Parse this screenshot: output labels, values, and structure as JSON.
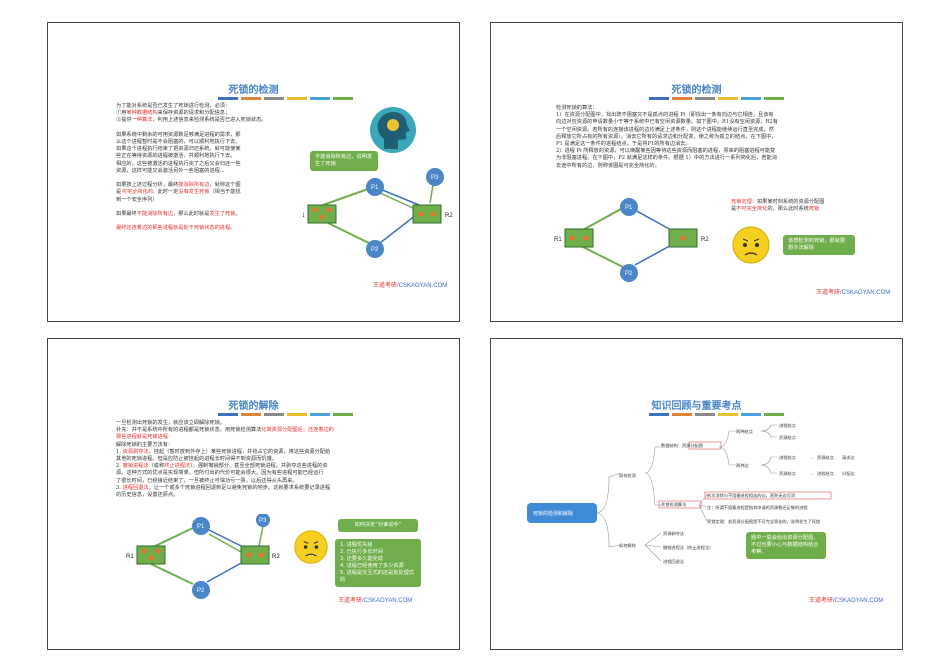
{
  "colors": {
    "title": "#4a86c8",
    "accent": "#e03030",
    "green": "#6fae4a",
    "node": "#4a86c8"
  },
  "bars": [
    "#3f6fbf",
    "#e0823a",
    "#8a8a8a",
    "#e8c030",
    "#4aa0d8",
    "#6fae4a"
  ],
  "footer": {
    "a": "王道考研",
    "b": "/CSKAOYAN.COM"
  },
  "s1": {
    "title": "死锁的检测",
    "lines": [
      "为了能对系统是否已发生了死锁进行检测，必须：",
      "①用某种数据结构来保存资源的请求和分配信息；",
      "②提供一种算法，利用上述信息来检测系统是否已进入死锁状态。",
      "",
      "如果系统中剩余的可用资源数足够满足进程的需求，那",
      "么这个进程暂时是不会阻塞的，可以顺利地执行下去。",
      "如果这个进程执行结束了把资源归还系统，就可能使某",
      "些正在等待资源的进程被激活，并顺利地执行下去。",
      "相应的，这些被激活的进程执行完了之后又会归还一些",
      "资源，这样可能又会激活另外一些阻塞的进程...",
      "",
      "如果按上述过程分析，最终能消除所有边，就称这个图",
      "是可完全简化的。此时一定没有发生死锁（相当于能找",
      "到一个安全序列）",
      "",
      "如果最终不能消除所有边，那么此时就是发生了死锁。",
      "",
      "最终还连着边的那些进程就是处于死锁状态的进程。"
    ],
    "bubble": "不能消除所有边，说明发生了死锁",
    "nodes": {
      "p1": "P1",
      "p2": "P2",
      "p3": "P3",
      "r1": "R1",
      "r2": "R2"
    }
  },
  "s2": {
    "title": "死锁的检测",
    "lines": [
      "检测死锁的算法：",
      "1）在资源分配图中，找出既不阻塞又不是孤点的进程 Pi（即找出一条有向边与它相连，且该有",
      "向边对应资源的申请数量小于等于系统中已有空闲资源数量。如下图中，R1没有空闲资源，R2有",
      "一个空闲资源。若所有的连接该进程的边均满足上述条件，则这个进程能继续运行直至完成，然",
      "后释放它所占有的所有资源）。消去它所有的请求边和分配变，使之称为孤立的结点。在下图中，",
      "P1 是满足这一条件的进程结点，于是将P1的所有边消去。",
      "2）进程 Pi 所释放的资源，可以唤醒某些因等待这些资源而阻塞的进程，原来的阻塞进程可能变",
      "为非阻塞进程。在下图中，P2 就满足这样的条件。根据 1）中的方法进行一系列简化后，若能消",
      "去途中所有的边，则称该图是可完全简化的。"
    ],
    "right": [
      "死锁定理：如果某时刻系统的资源分配图",
      "是不可完全简化的，那么此时系统死锁"
    ],
    "bubble": "该想检测到死锁，那就要想办法解除",
    "nodes": {
      "p1": "P1",
      "p2": "P2",
      "r1": "R1",
      "r2": "R2"
    }
  },
  "s3": {
    "title": "死锁的解除",
    "lines": [
      "一旦检测出死锁的发生，就应该立即解除死锁。",
      "补充：并不是系统中所有的进程都是死锁状态，用死锁检测算法化简资源分配图后，还连着边的",
      "那些进程就是死锁进程",
      "解除死锁的主要方法有：",
      "1. 资源剥夺法。挂起（暂时放到外存上）某些死锁进程，并抢占它的资源，将这些资源分配给",
      "其他的死锁进程。但是应防止被挂起的进程长时间得不到资源而饥饿。",
      "2. 撤销进程法（或称终止进程法）。强制撤销部分、甚至全部死锁进程，并剥夺这些进程的资",
      "源。这种方式的优点是实现简单，但所付出的代价可能会很大。因为有些进程可能已经运行",
      "了很长时间，已经接近结束了，一旦被终止可谓功亏一篑，以后还得从头再来。",
      "3. 进程回退法。让一个或多个死锁进程回退到足以避免死锁的地步。这就要求系统要记录进程",
      "的历史信息，设置还原点。"
    ],
    "question": "如何决定“对谁动手”",
    "bubble": [
      "1. 进程优先级",
      "2. 已执行多长时间",
      "3. 还要多久能完成",
      "4. 进程已经使用了多少资源",
      "5. 进程是交互式的还是批处理式的"
    ],
    "nodes": {
      "p1": "P1",
      "p2": "P2",
      "p3": "P3",
      "r1": "R1",
      "r2": "R2"
    }
  },
  "s4": {
    "title": "知识回顾与重要考点",
    "root": "死锁的检测和解除",
    "b1": "如何检测",
    "b2": "如何解除",
    "ds": "数据结构：资源分配图",
    "ds_items": [
      "两种结点",
      "进程结点",
      "资源结点",
      "两种边",
      "进程结点",
      "资源结点",
      "资源结点",
      "进程结点"
    ],
    "ds_tails": [
      "请求边",
      "分配边"
    ],
    "alg": "死锁检测算法",
    "alg_items": [
      "依次消除与不阻塞进程相连的边，直到无边可消",
      "注：所谓不阻塞进程是指其申请的资源数还足够的进程",
      "死锁定理：若资源分配图是不可完全简化的，说明发生了死锁"
    ],
    "rm": [
      "资源剥夺法",
      "撤销进程法（终止进程法）",
      "进程回退法"
    ],
    "bubble": "题中一般会给出资源分配图，不过也要小心与数据结构结合考察。"
  }
}
